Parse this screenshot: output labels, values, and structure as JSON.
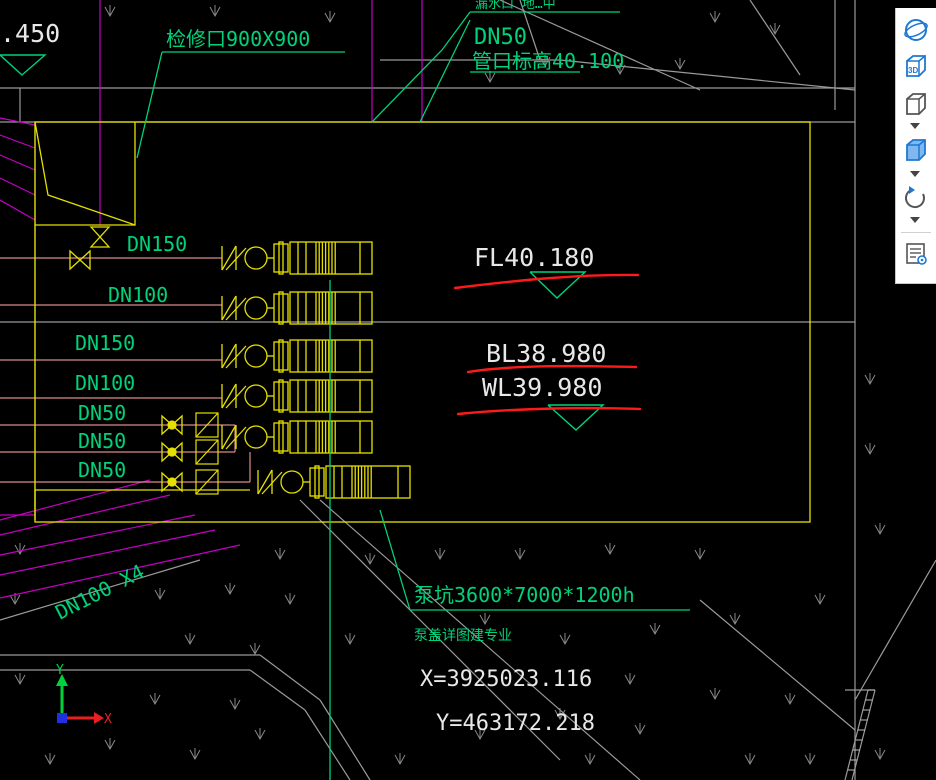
{
  "colors": {
    "background": "#000000",
    "grid": "#9a9a9a",
    "green": "#00d27a",
    "yellow": "#e6e000",
    "magenta": "#c400c4",
    "pink": "#d88a8a",
    "white": "#e8e8e8",
    "red": "#ff1a1a",
    "toolbar_blue": "#1f78d1"
  },
  "labels": {
    "elev_left": ".450",
    "opening": "检修口900X900",
    "pipe_top_size": "DN50",
    "pipe_top_elev": "管口标高40.100",
    "pipe_top_partial": "漏水口 地…中",
    "dn150_a": "DN150",
    "dn100_a": "DN100",
    "dn150_b": "DN150",
    "dn100_b": "DN100",
    "dn50_a": "DN50",
    "dn50_b": "DN50",
    "dn50_c": "DN50",
    "dn100_x4": "DN100 X4",
    "fl": "FL40.180",
    "bl": "BL38.980",
    "wl": "WL39.980",
    "pit": "泵坑3600*7000*1200h",
    "pit_note": "泵盖详图建专业",
    "coord_x": "X=3925023.116",
    "coord_y": "Y=463172.218",
    "axis_x": "X",
    "axis_y": "Y"
  },
  "toolbar": {
    "items": [
      {
        "name": "orbit-icon"
      },
      {
        "name": "view-3d-icon",
        "text": "3D"
      },
      {
        "name": "wireframe-cube-icon"
      },
      {
        "name": "shaded-cube-icon"
      },
      {
        "name": "rotate-icon"
      },
      {
        "name": "properties-panel-icon"
      }
    ]
  }
}
